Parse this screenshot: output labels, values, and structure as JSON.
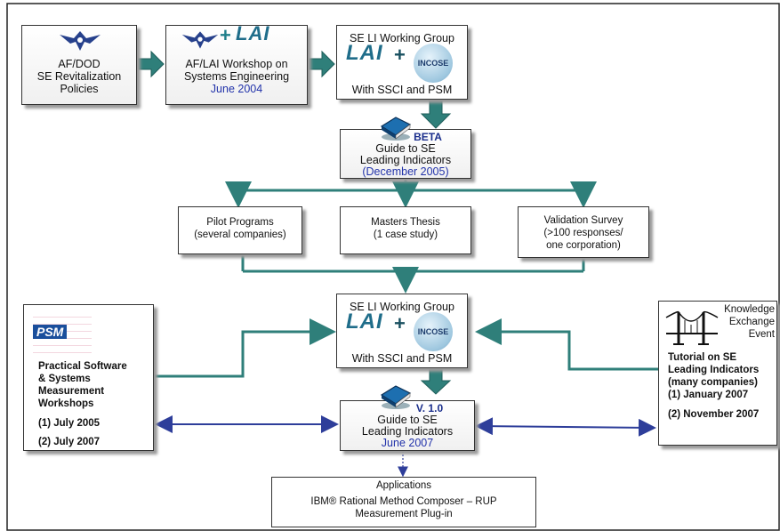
{
  "boxes": {
    "afdod": {
      "line1": "AF/DOD",
      "line2": "SE Revitalization",
      "line3": "Policies"
    },
    "workshop": {
      "logo_text": "LAI",
      "line1": "AF/LAI Workshop on",
      "line2": "Systems Engineering",
      "line3": "June 2004"
    },
    "wg_top": {
      "title": "SE  LI Working Group",
      "logo_lai": "LAI",
      "logo_incose": "INCOSE",
      "subtitle": "With SSCI and PSM"
    },
    "beta": {
      "badge": "BETA",
      "line1": "Guide to SE",
      "line2": "Leading Indicators",
      "line3": "(December 2005)"
    },
    "pilot": {
      "line1": "Pilot Programs",
      "line2": "(several companies)"
    },
    "thesis": {
      "line1": "Masters Thesis",
      "line2": "(1 case study)"
    },
    "survey": {
      "line1": "Validation Survey",
      "line2": "(>100 responses/",
      "line3": "one corporation)"
    },
    "wg_mid": {
      "title": "SE  LI Working Group",
      "logo_lai": "LAI",
      "logo_incose": "INCOSE",
      "subtitle": "With SSCI and PSM"
    },
    "psm": {
      "logo": "PSM",
      "line1": "Practical Software",
      "line2": "& Systems",
      "line3": "Measurement",
      "line4": "Workshops",
      "date1": "(1) July 2005",
      "date2": "(2) July 2007"
    },
    "knowledge": {
      "caption1": "Knowledge",
      "caption2": "Exchange",
      "caption3": "Event",
      "line1": "Tutorial on SE",
      "line2": "Leading Indicators",
      "line3": "(many companies)",
      "date1": "(1) January 2007",
      "date2": "(2) November 2007"
    },
    "v1": {
      "badge": "V. 1.0",
      "line1": "Guide to SE",
      "line2": "Leading Indicators",
      "line3": "June 2007"
    },
    "apps": {
      "title": "Applications",
      "line1": "IBM® Rational Method Composer – RUP",
      "line2": "Measurement Plug-in"
    }
  },
  "colors": {
    "teal": "#2f7f7a",
    "navy": "#2e3e9a",
    "blue_text": "#2233aa"
  }
}
